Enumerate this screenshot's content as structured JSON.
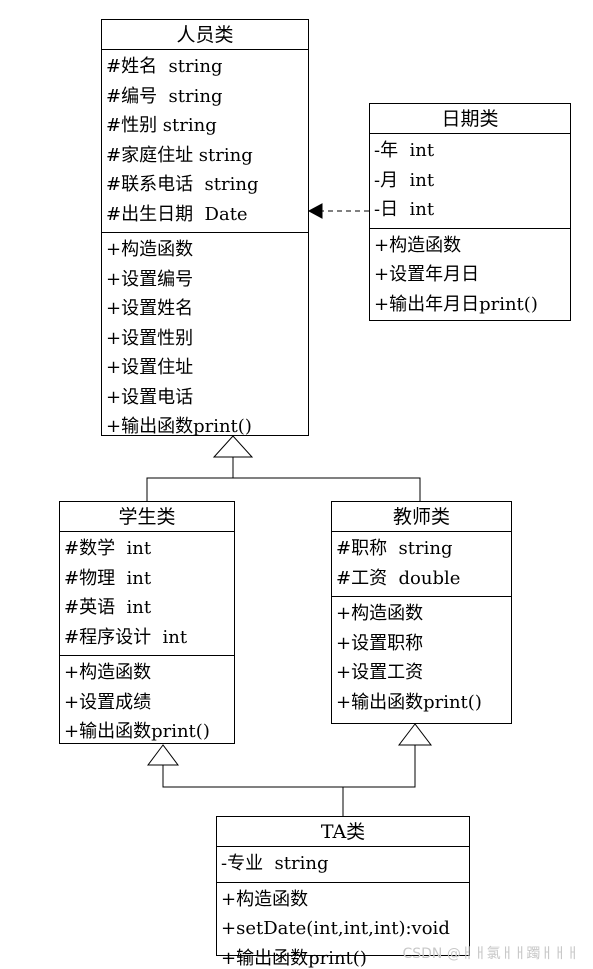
{
  "classes": {
    "person": {
      "name": "人员类",
      "attributes": [
        "#姓名  string",
        "#编号  string",
        "#性别 string",
        "#家庭住址 string",
        "#联系电话  string",
        "#出生日期  Date"
      ],
      "methods": [
        "+构造函数",
        "+设置编号",
        "+设置姓名",
        "+设置性别",
        "+设置住址",
        "+设置电话",
        "+输出函数print()"
      ]
    },
    "date": {
      "name": "日期类",
      "attributes": [
        "-年  int",
        "-月  int",
        "-日  int"
      ],
      "methods": [
        "+构造函数",
        "+设置年月日",
        "+输出年月日print()"
      ]
    },
    "student": {
      "name": "学生类",
      "attributes": [
        "#数学  int",
        "#物理  int",
        "#英语  int",
        "#程序设计  int"
      ],
      "methods": [
        "+构造函数",
        "+设置成绩",
        "+输出函数print()"
      ]
    },
    "teacher": {
      "name": "教师类",
      "attributes": [
        "#职称  string",
        "#工资  double"
      ],
      "methods": [
        "+构造函数",
        "+设置职称",
        "+设置工资",
        "+输出函数print()"
      ]
    },
    "ta": {
      "name": "TA类",
      "attributes": [
        "-专业  string"
      ],
      "methods": [
        "+构造函数",
        "+setDate(int,int,int):void",
        "+输出函数print()"
      ]
    }
  },
  "relations": [
    {
      "from": "date",
      "to": "person",
      "kind": "dependency",
      "line": "dashed",
      "arrowhead": "filled"
    },
    {
      "from": "student",
      "to": "person",
      "kind": "generalization",
      "arrowhead": "hollow-triangle"
    },
    {
      "from": "teacher",
      "to": "person",
      "kind": "generalization",
      "arrowhead": "hollow-triangle"
    },
    {
      "from": "ta",
      "to": "student",
      "kind": "generalization",
      "arrowhead": "hollow-triangle"
    },
    {
      "from": "ta",
      "to": "teacher",
      "kind": "generalization",
      "arrowhead": "hollow-triangle"
    }
  ],
  "watermark": "CSDN @ￃￃ氯ￃￃ躅ￃￃￃ"
}
